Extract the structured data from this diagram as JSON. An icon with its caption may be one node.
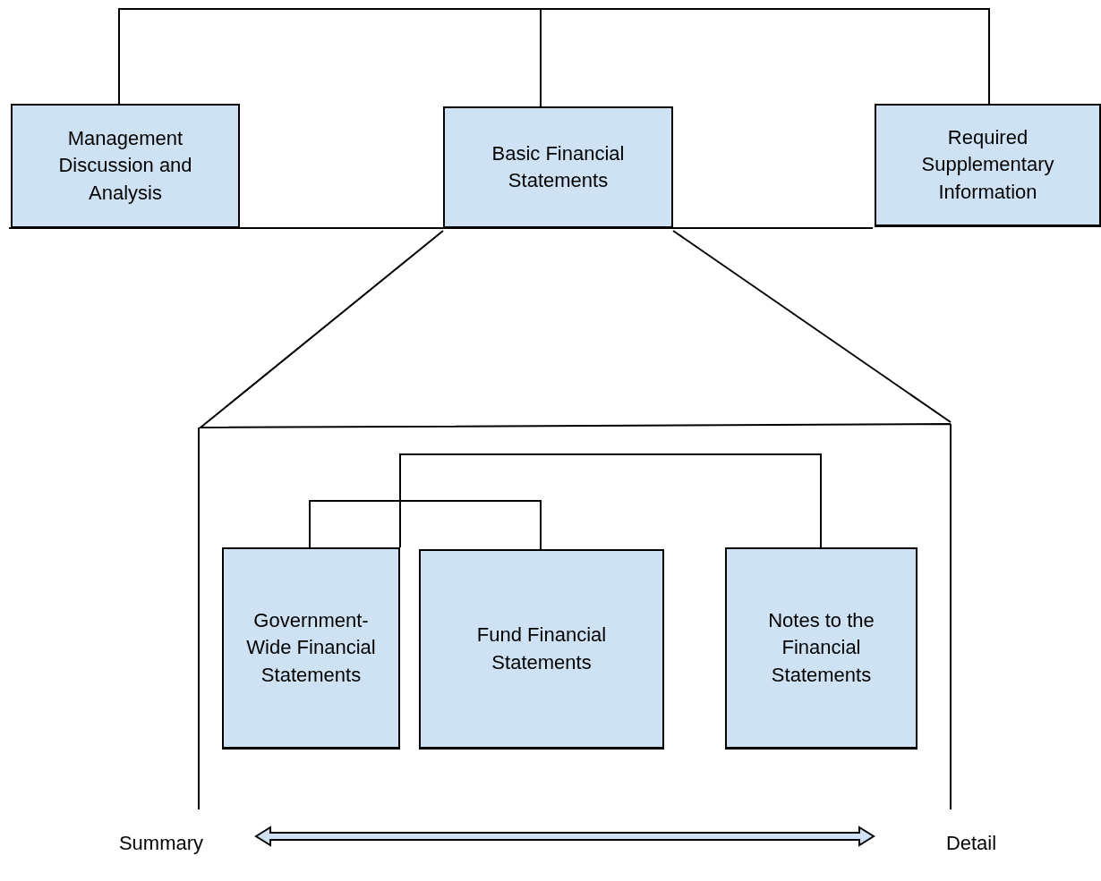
{
  "diagram": {
    "nodes": [
      {
        "text": [
          "Management Discussion and Analysis"
        ]
      },
      {
        "text": [
          "Basic Financial Statements"
        ]
      },
      {
        "text": [
          "Required Supplementary Information"
        ]
      },
      {
        "text": [
          "Government-Wide Financial Statements"
        ]
      },
      {
        "text": [
          "Fund Financial Statements"
        ]
      },
      {
        "text": [
          "Notes to the Financial Statements"
        ]
      },
      {
        "text": [
          "Summary"
        ]
      },
      {
        "text": [
          "Detail"
        ]
      }
    ],
    "edges": [
      {
        "from": 0,
        "to": 1,
        "arrow": "none"
      },
      {
        "from": 1,
        "to": 2,
        "arrow": "none"
      },
      {
        "from": 3,
        "to": 4,
        "arrow": "none"
      },
      {
        "from": 3,
        "to": 5,
        "arrow": "none"
      },
      {
        "from": 6,
        "to": 7,
        "arrow": "both",
        "style": "thick",
        "color": "#cfe2f3"
      }
    ]
  }
}
